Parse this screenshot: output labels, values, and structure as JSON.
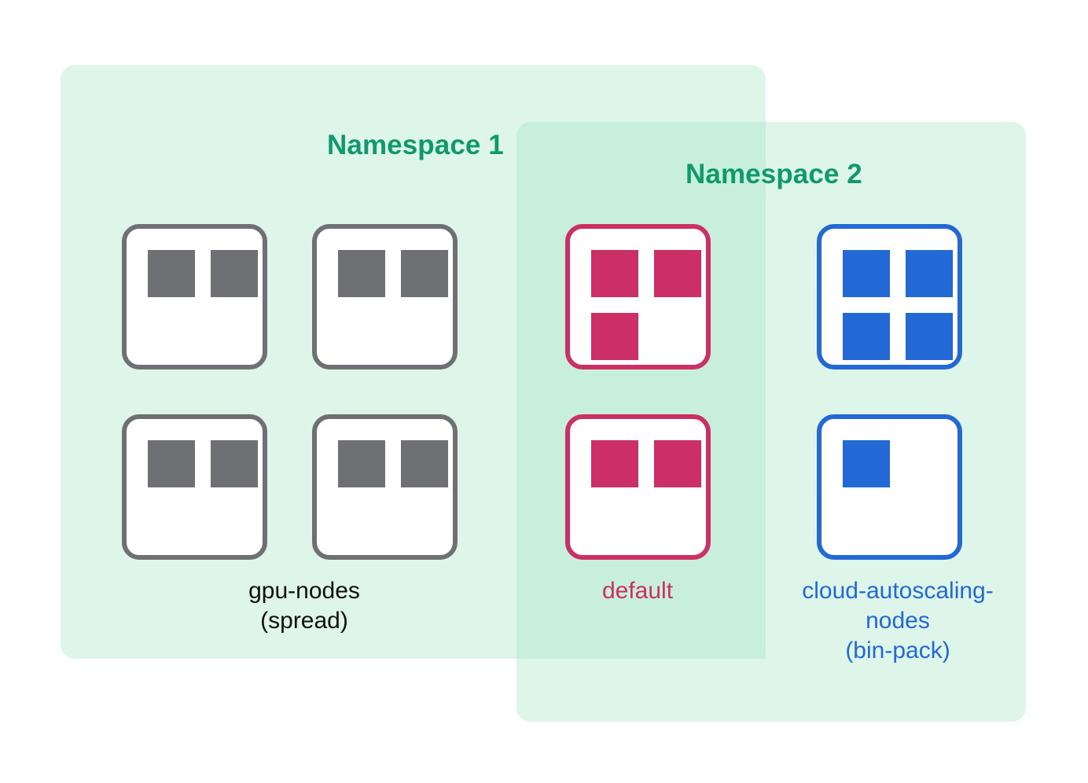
{
  "diagram": {
    "title_semantic": "kubernetes-namespace-node-pod-placement-diagram",
    "colors": {
      "namespace_panel": "#DEF5EA",
      "namespace_panel_overlap": "#C7EFDC",
      "namespace_title": "#0E9A6C",
      "grey_accent": "#6E7073",
      "pink_accent": "#CC2F66",
      "blue_accent": "#2269D6",
      "node_fill": "#ffffff",
      "background": "#ffffff"
    }
  },
  "namespaces": [
    {
      "id": "ns1",
      "label": "Namespace 1"
    },
    {
      "id": "ns2",
      "label": "Namespace 2"
    }
  ],
  "node_groups": [
    {
      "id": "gpu-nodes",
      "caption": "gpu-nodes\n(spread)",
      "accent": "grey",
      "accent_color": "#6E7073",
      "strategy": "spread",
      "nodes": [
        {
          "id": "gpu-node-1",
          "capacity": 4,
          "pods": 2,
          "slots": [
            "tl",
            "tr"
          ]
        },
        {
          "id": "gpu-node-2",
          "capacity": 4,
          "pods": 2,
          "slots": [
            "tl",
            "tr"
          ]
        },
        {
          "id": "gpu-node-3",
          "capacity": 4,
          "pods": 2,
          "slots": [
            "tl",
            "tr"
          ]
        },
        {
          "id": "gpu-node-4",
          "capacity": 4,
          "pods": 2,
          "slots": [
            "tl",
            "tr"
          ]
        }
      ]
    },
    {
      "id": "default",
      "caption": "default",
      "accent": "pink",
      "accent_color": "#CC2F66",
      "strategy": "",
      "nodes": [
        {
          "id": "default-node-1",
          "capacity": 4,
          "pods": 3,
          "slots": [
            "tl",
            "tr",
            "bl"
          ]
        },
        {
          "id": "default-node-2",
          "capacity": 4,
          "pods": 2,
          "slots": [
            "tl",
            "tr"
          ]
        }
      ]
    },
    {
      "id": "cloud-autoscaling-nodes",
      "caption": "cloud-autoscaling-\nnodes\n(bin-pack)",
      "accent": "blue",
      "accent_color": "#2269D6",
      "strategy": "bin-pack",
      "nodes": [
        {
          "id": "cas-node-1",
          "capacity": 4,
          "pods": 4,
          "slots": [
            "tl",
            "tr",
            "bl",
            "br"
          ]
        },
        {
          "id": "cas-node-2",
          "capacity": 4,
          "pods": 1,
          "slots": [
            "tl"
          ]
        }
      ]
    }
  ]
}
